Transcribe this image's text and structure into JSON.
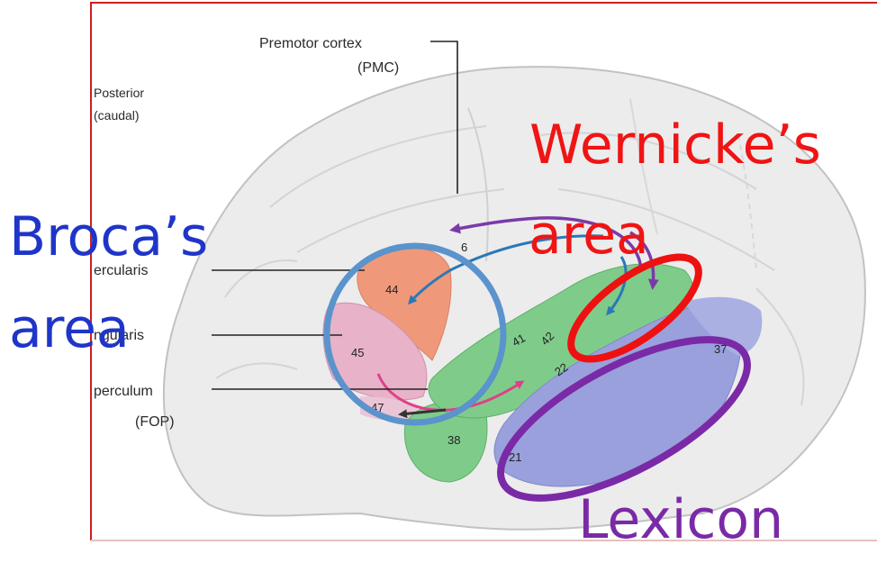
{
  "labels": {
    "premotor_line1": "Premotor cortex",
    "premotor_line2": "(PMC)",
    "posterior_line1": "Posterior",
    "posterior_line2": "(caudal)",
    "opercularis": "ercularis",
    "triangularis": "ngularis",
    "operculum": "perculum",
    "fop": "(FOP)"
  },
  "brodmann": {
    "a44": "44",
    "a45": "45",
    "a47": "47",
    "a38": "38",
    "a41": "41",
    "a42": "42",
    "a22": "22",
    "a21": "21",
    "a37": "37",
    "a6": "6"
  },
  "overlay": {
    "wernicke_line1": "Wernicke’s",
    "wernicke_line2": "area",
    "broca_line1": "Broca’s",
    "broca_line2": "area",
    "lexicon": "Lexicon"
  },
  "colors": {
    "frame": "#cc1f1f",
    "broca_text": "#1f35c9",
    "wernicke_text": "#f01414",
    "lexicon_text": "#7a2aa6",
    "broca_circle": "#5b93cc",
    "wernicke_ellipse": "#ee1111",
    "lexicon_ellipse": "#7a2aa6",
    "area44": "#f0997a",
    "area45": "#e8b2c8",
    "temporal_green": "#7fcc8a",
    "area21": "#9aa0dc",
    "arrow_blue": "#2a78b8",
    "arrow_purple": "#7a3aa8",
    "arrow_pink": "#e0408a"
  }
}
